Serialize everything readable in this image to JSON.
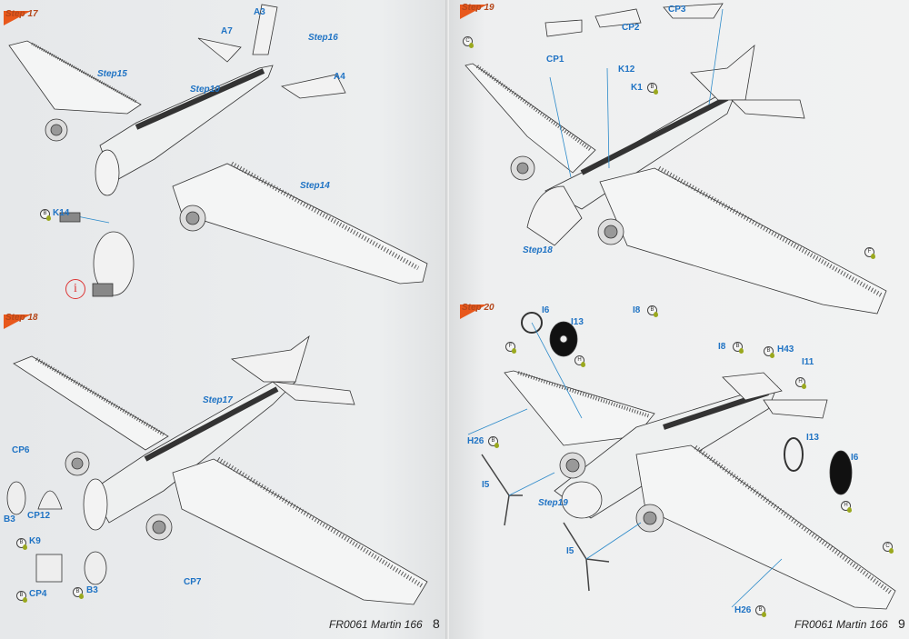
{
  "left_page": {
    "step17": {
      "title": "Step 17",
      "labels": {
        "a3": "A3",
        "a7": "A7",
        "step16": "Step16",
        "step15": "Step15",
        "a4": "A4",
        "step10": "Step10",
        "step14": "Step14",
        "k14": "K14"
      },
      "markers": {
        "k14": "B"
      },
      "info_icon": "i"
    },
    "step18": {
      "title": "Step 18",
      "labels": {
        "step17": "Step17",
        "cp6": "CP6",
        "b3a": "B3",
        "cp12": "CP12",
        "k9": "K9",
        "cp4": "CP4",
        "b3b": "B3",
        "cp7": "CP7"
      },
      "markers": {
        "k9": "B",
        "cp4": "B",
        "b3b": "B"
      }
    },
    "footer": {
      "product": "FR0061 Martin 166",
      "page": "8"
    }
  },
  "right_page": {
    "step19": {
      "title": "Step 19",
      "labels": {
        "cp3": "CP3",
        "cp2": "CP2",
        "cp1": "CP1",
        "k12": "K12",
        "k1": "K1",
        "step18": "Step18"
      },
      "markers": {
        "wing_left": "C",
        "k1": "B",
        "wing_right": "F"
      }
    },
    "step20": {
      "title": "Step 20",
      "labels": {
        "i6a": "I6",
        "i13a": "I13",
        "i8a": "I8",
        "i8b": "I8",
        "h43": "H43",
        "i11": "I11",
        "h26a": "H26",
        "i13b": "I13",
        "i5a": "I5",
        "i6b": "I6",
        "step19": "Step19",
        "i5b": "I5",
        "h26b": "H26"
      },
      "markers": {
        "i8a": "B",
        "wing_left": "F",
        "wheel_left": "H",
        "i8b": "B",
        "h43": "B",
        "i11": "H",
        "h26a": "B",
        "wheel_right": "H",
        "wing_right": "C",
        "h26b": "B"
      }
    },
    "footer": {
      "product": "FR0061 Martin 166",
      "page": "9"
    }
  },
  "colors": {
    "label": "#1f73c4",
    "step_badge": "#e8581c",
    "info": "#d33333",
    "paint_drop": "#9aa81e"
  }
}
